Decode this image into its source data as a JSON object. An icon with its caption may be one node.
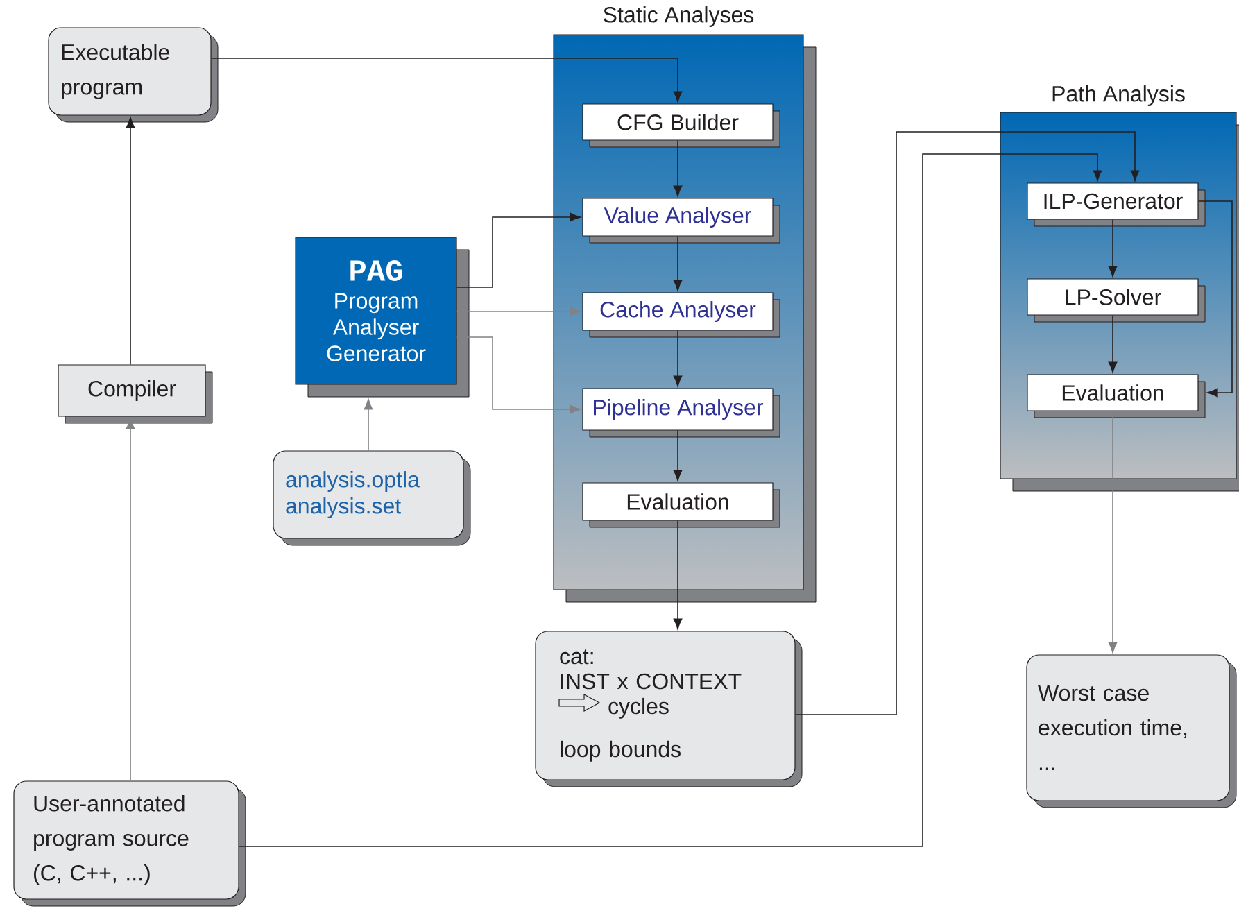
{
  "diagram": {
    "nodes": [
      {
        "text": [
          "Executable program"
        ]
      },
      {
        "text": [
          "Compiler"
        ]
      },
      {
        "text": [
          "User-annotated program source (C, C++, ...)"
        ]
      },
      {
        "text": [
          "PAG",
          "Program Analyser Generator"
        ]
      },
      {
        "text": [
          "analysis.optla analysis.set"
        ]
      },
      {
        "text": [
          "Static Analyses"
        ]
      },
      {
        "text": [
          "CFG Builder"
        ],
        "in": 5
      },
      {
        "text": [
          "Value Analyser"
        ],
        "in": 5
      },
      {
        "text": [
          "Cache Analyser"
        ],
        "in": 5
      },
      {
        "text": [
          "Pipeline Analyser"
        ],
        "in": 5
      },
      {
        "text": [
          "Evaluation"
        ],
        "in": 5
      },
      {
        "text": [
          "cat:",
          "INST x CONTEXT",
          "cycles",
          "loop bounds"
        ]
      },
      {
        "text": [
          "Path Analysis"
        ]
      },
      {
        "text": [
          "ILP-Generator"
        ],
        "in": 12
      },
      {
        "text": [
          "LP-Solver"
        ],
        "in": 12
      },
      {
        "text": [
          "Evaluation"
        ],
        "in": 12
      },
      {
        "text": [
          "Worst case execution time, ..."
        ]
      }
    ],
    "edges": [
      {
        "from": 2,
        "to": 1,
        "arrow": "to",
        "color": "#808285"
      },
      {
        "from": 1,
        "to": 0,
        "arrow": "to"
      },
      {
        "from": 0,
        "to": 6,
        "arrow": "to"
      },
      {
        "from": 3,
        "to": 7,
        "arrow": "to"
      },
      {
        "from": 3,
        "to": 8,
        "arrow": "to",
        "color": "#808285"
      },
      {
        "from": 3,
        "to": 9,
        "arrow": "to",
        "color": "#808285"
      },
      {
        "from": 4,
        "to": 3,
        "arrow": "to",
        "color": "#808285"
      },
      {
        "from": 6,
        "to": 7,
        "arrow": "to"
      },
      {
        "from": 7,
        "to": 8,
        "arrow": "to"
      },
      {
        "from": 8,
        "to": 9,
        "arrow": "to"
      },
      {
        "from": 9,
        "to": 10,
        "arrow": "to"
      },
      {
        "from": 10,
        "to": 11,
        "arrow": "to"
      },
      {
        "from": 11,
        "to": 13,
        "arrow": "to"
      },
      {
        "from": 2,
        "to": 13,
        "arrow": "to"
      },
      {
        "from": 13,
        "to": 14,
        "arrow": "to"
      },
      {
        "from": 14,
        "to": 15,
        "arrow": "to"
      },
      {
        "from": 13,
        "to": 15,
        "arrow": "to"
      },
      {
        "from": 15,
        "to": 16,
        "arrow": "to",
        "color": "#808285"
      }
    ]
  }
}
